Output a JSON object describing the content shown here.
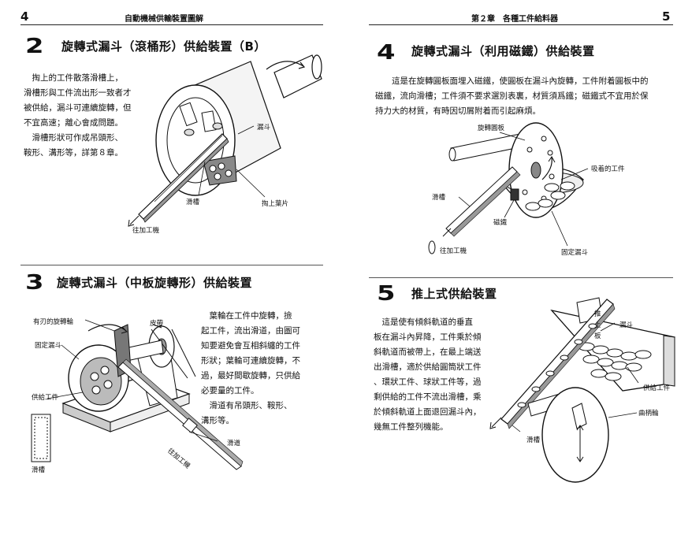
{
  "left_page": {
    "page_number": "4",
    "running_header": "自動機械供輸裝置圖解",
    "sec2": {
      "number": "2",
      "title": "旋轉式漏斗（滾桶形）供給裝置（B）",
      "body": "　掏上的工件散落滑槽上，\n滑槽形與工件流出形一致者才\n被供給，漏斗可連續旋轉，但\n不宜高速；離心會成問題。\n　滑槽形狀可作成吊頭形、\n鞍形、溝形等，詳第８章。",
      "labels": {
        "hopper": "漏斗",
        "chute": "滑槽",
        "scoop_blade": "掏上葉片",
        "to_machine": "往加工機"
      }
    },
    "sec3": {
      "number": "3",
      "title": "旋轉式漏斗（中板旋轉形）供給裝置",
      "body": "　葉輪在工件中旋轉，撿\n起工件，流出滑道，由圖可\n知要避免會互相斜纏的工件\n形狀；葉輪可連續旋轉，不\n過，最好間歇旋轉，只供給\n必要量的工件。\n　滑道有吊頭形、鞍形、\n溝形等。",
      "labels": {
        "bladed_wheel": "有刃的旋轉輪",
        "belt": "皮帶",
        "fixed_hopper": "固定漏斗",
        "supply_work": "供給工件",
        "chute": "滑槽",
        "runway": "滑道",
        "to_machine": "往加工機"
      }
    }
  },
  "right_page": {
    "page_number": "5",
    "running_header": "第２章　各種工件給料器",
    "sec4": {
      "number": "4",
      "title": "旋轉式漏斗（利用磁鐵）供給裝置",
      "body": "　　這是在旋轉圓板面埋入磁鐵，使圓板在漏斗內旋轉，工件附着圓板中的\n磁鐵，流向滑槽；工件須不要求選別表裏，材質須爲鐵；磁鐵式不宜用於保\n持力大的材質，有時因切屑附着而引起麻煩。",
      "labels": {
        "rotating_disc": "旋轉圓板",
        "attracted_work": "吸着的工件",
        "chute": "滑槽",
        "magnet": "磁鐵",
        "to_machine": "往加工機",
        "fixed_hopper": "固定漏斗"
      }
    },
    "sec5": {
      "number": "5",
      "title": "推上式供給裝置",
      "body": "　這是使有傾斜軌道的垂直\n板在漏斗內昇降，工件乘於傾\n斜軌道而被帶上，在最上端送\n出滑槽，適於供給圓筒狀工件\n、環狀工件、球狀工件等，過\n剩供給的工件不流出滑槽，乘\n於傾斜軌道上面退回漏斗內，\n幾無工件整列機能。",
      "labels": {
        "push_plate_1": "推",
        "push_plate_2": "上",
        "push_plate_3": "板",
        "hopper": "漏斗",
        "supply_work": "供給工件",
        "crank_wheel": "曲柄輪",
        "chute": "滑槽"
      }
    }
  }
}
